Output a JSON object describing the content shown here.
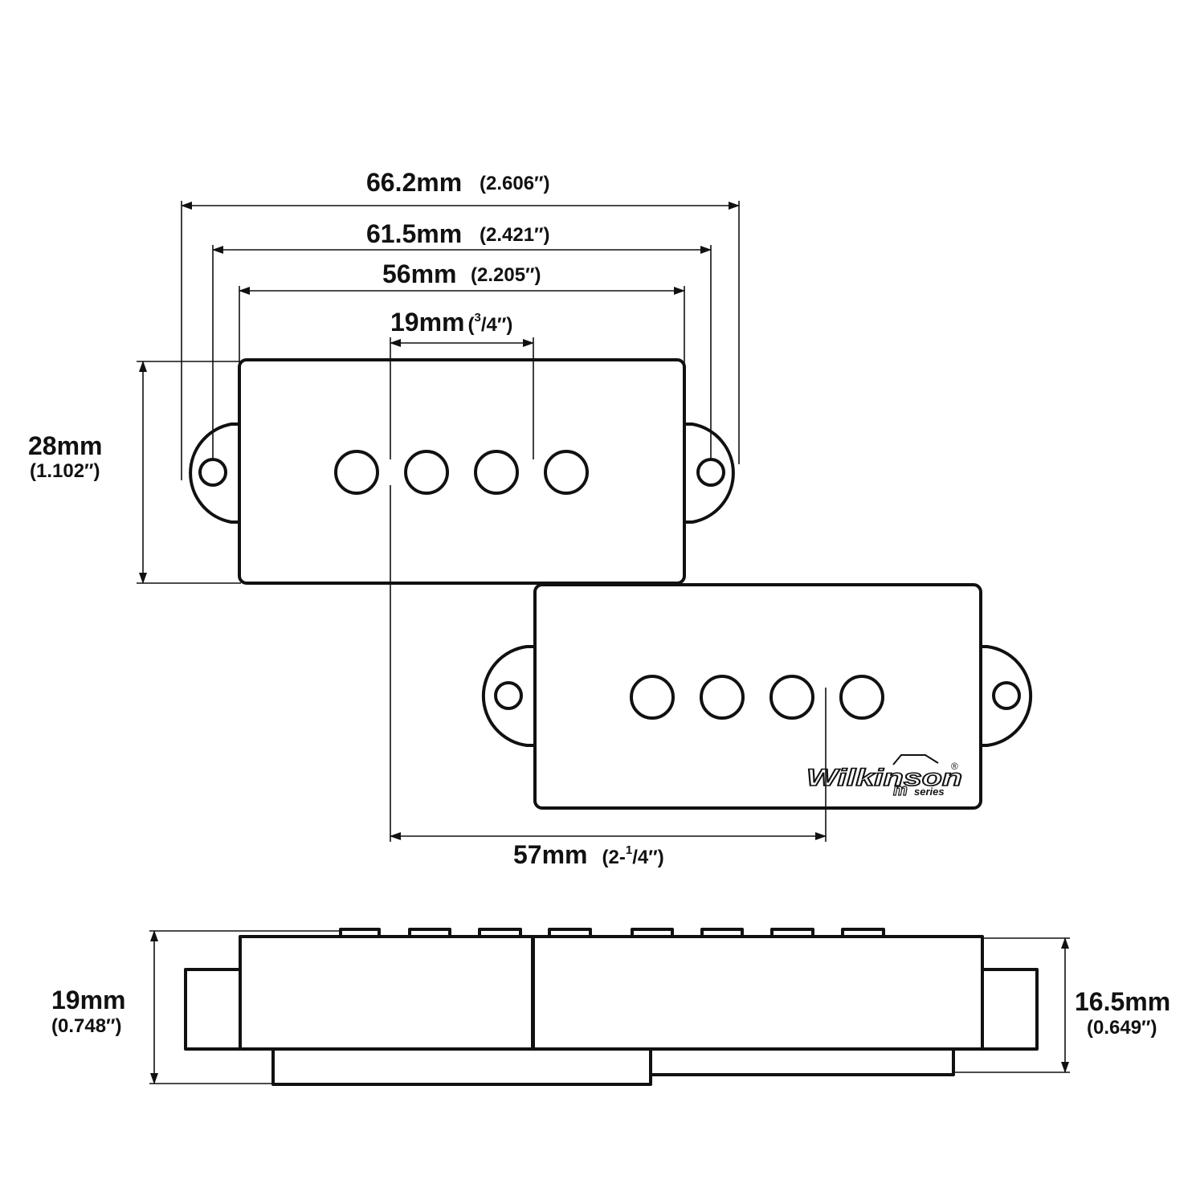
{
  "dimensions": {
    "overall_length": {
      "metric": "66.2mm",
      "imperial": "(2.606″)"
    },
    "mounting_hole_spacing": {
      "metric": "61.5mm",
      "imperial": "(2.421″)"
    },
    "cover_length": {
      "metric": "56mm",
      "imperial": "(2.205″)"
    },
    "pole_spacing": {
      "metric": "19mm",
      "imperial_open": "(",
      "imperial_num": "3",
      "imperial_rest": "/4″)"
    },
    "cover_width": {
      "metric": "28mm",
      "imperial": "(1.102″)"
    },
    "string_span": {
      "metric": "57mm",
      "imperial_open": "(2-",
      "imperial_num": "1",
      "imperial_rest": "/4″)"
    },
    "total_height": {
      "metric": "19mm",
      "imperial": "(0.748″)"
    },
    "cover_height": {
      "metric": "16.5mm",
      "imperial": "(0.649″)"
    }
  },
  "logo": {
    "brand": "Wilkinson",
    "series": "series",
    "mark": "®"
  },
  "colors": {
    "line": "#111111",
    "background": "#ffffff"
  }
}
